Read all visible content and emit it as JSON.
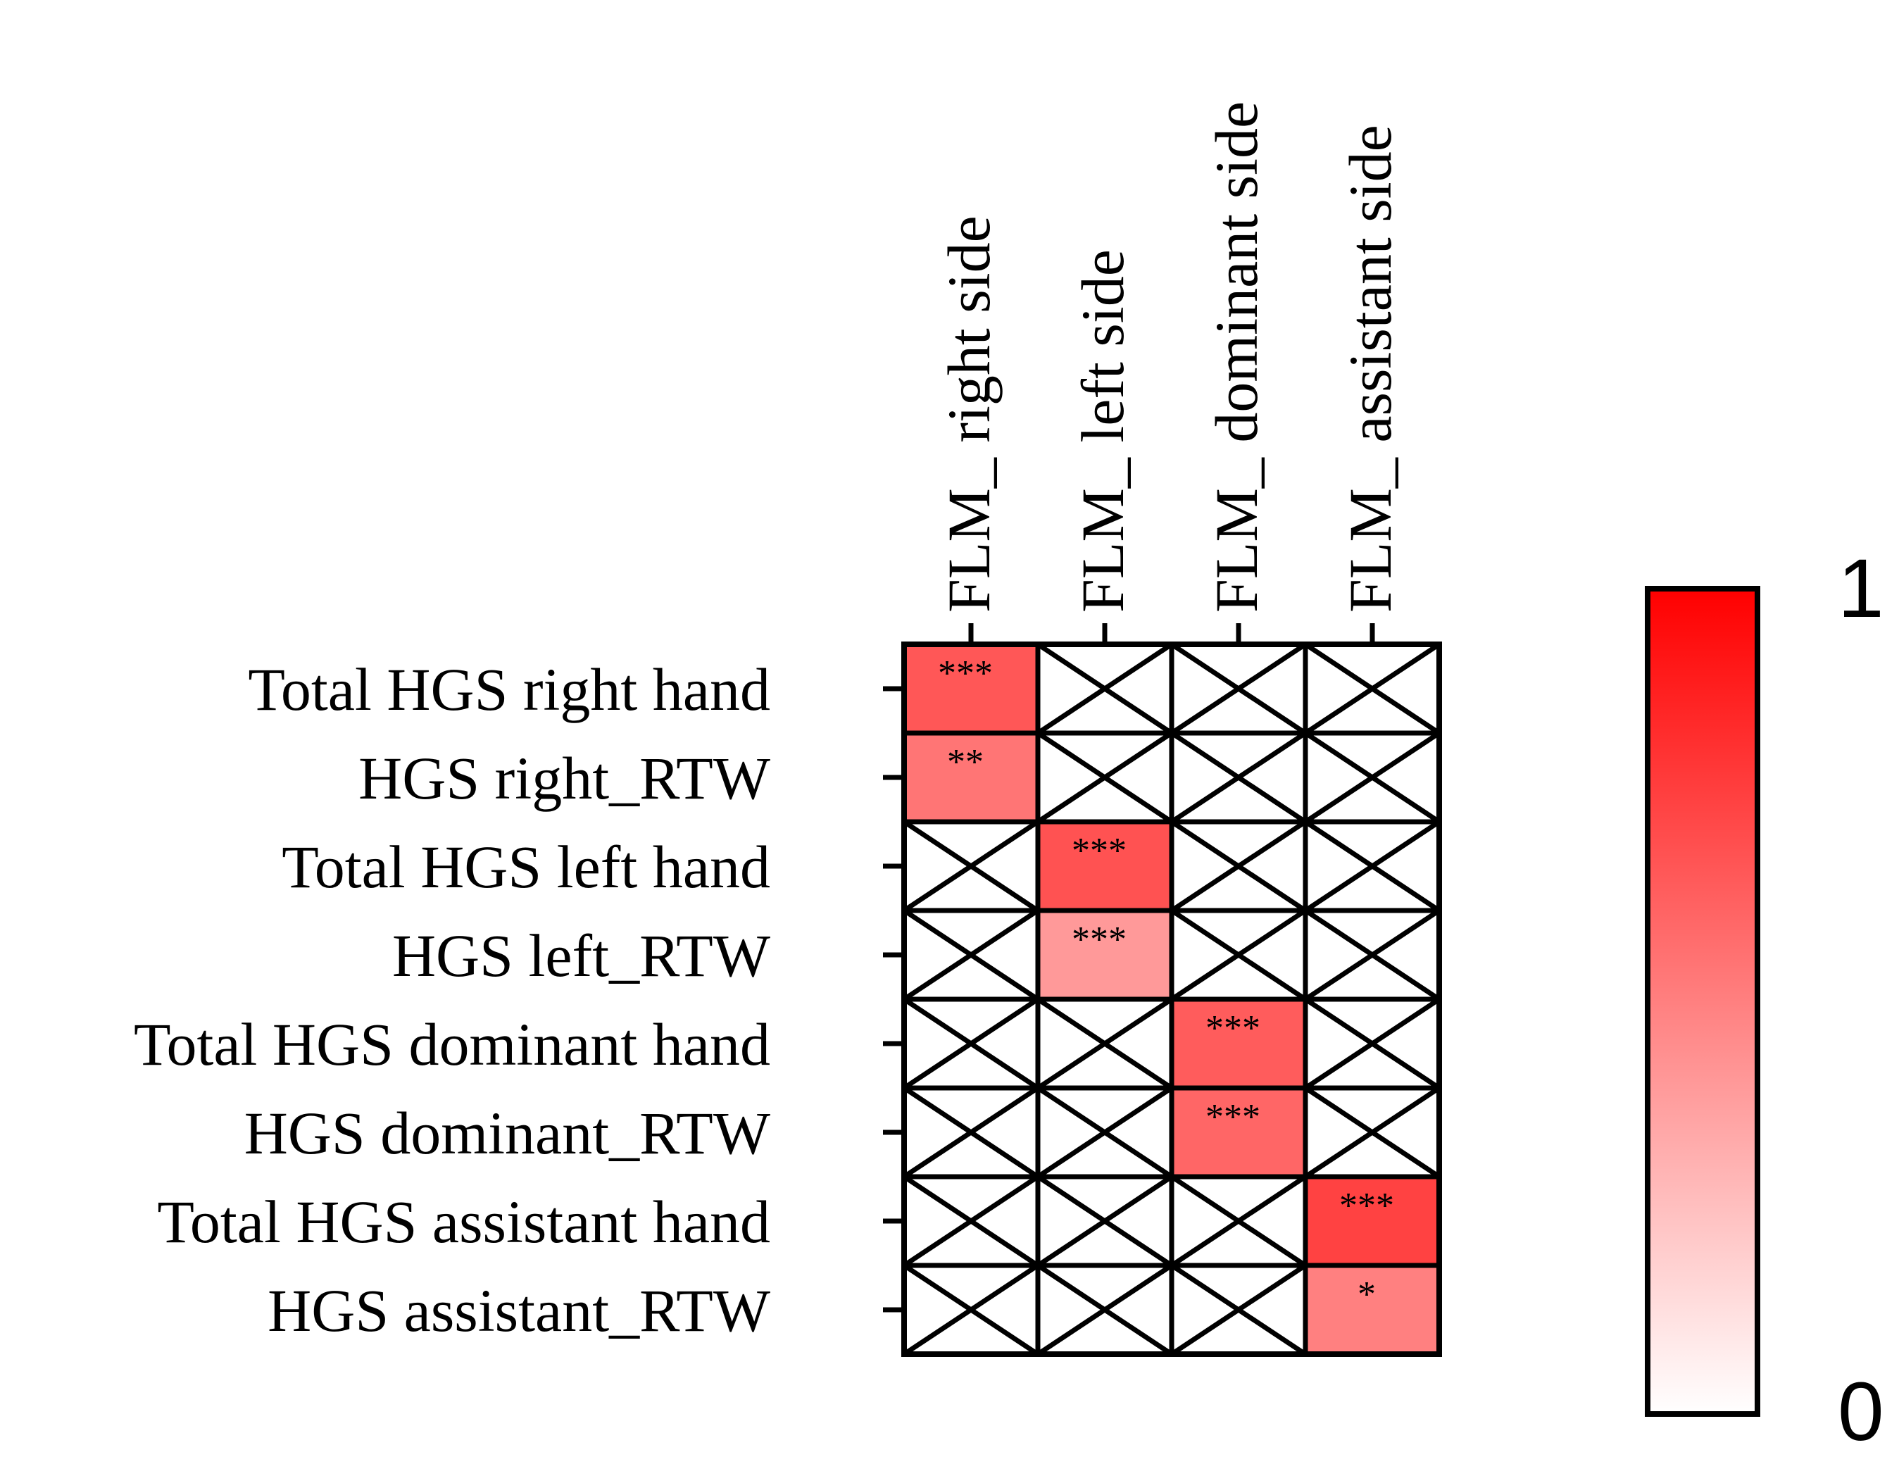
{
  "chart_data": {
    "type": "heatmap",
    "title": "",
    "xlabel": "",
    "ylabel": "",
    "columns": [
      "FLM_ right side",
      "FLM_ left side",
      "FLM_ dominant side",
      "FLM_ assistant side"
    ],
    "rows": [
      "Total HGS right hand",
      "HGS right_RTW",
      "Total HGS left hand",
      "HGS left_RTW",
      "Total HGS dominant hand",
      "HGS dominant_RTW",
      "Total HGS assistant hand",
      "HGS assistant_RTW"
    ],
    "values": [
      [
        0.66,
        null,
        null,
        null
      ],
      [
        0.54,
        null,
        null,
        null
      ],
      [
        null,
        0.68,
        null,
        null
      ],
      [
        null,
        0.4,
        null,
        null
      ],
      [
        null,
        null,
        0.64,
        null
      ],
      [
        null,
        null,
        0.6,
        null
      ],
      [
        null,
        null,
        null,
        0.74
      ],
      [
        null,
        null,
        null,
        0.5
      ]
    ],
    "significance": [
      [
        "***",
        "",
        "",
        ""
      ],
      [
        "**",
        "",
        "",
        ""
      ],
      [
        "",
        "***",
        "",
        ""
      ],
      [
        "",
        "***",
        "",
        ""
      ],
      [
        "",
        "",
        "***",
        ""
      ],
      [
        "",
        "",
        "***",
        ""
      ],
      [
        "",
        "",
        "",
        "***"
      ],
      [
        "",
        "",
        "",
        "*"
      ]
    ],
    "missing_marker": "cross",
    "colorscale": {
      "min": 0,
      "max": 1,
      "min_label": "0",
      "max_label": "1",
      "min_color": "#ffffff",
      "max_color": "#ff0000"
    },
    "legend_placement": "right"
  }
}
